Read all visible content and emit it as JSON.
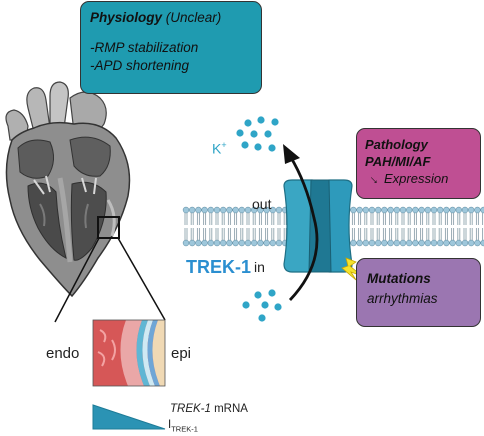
{
  "physiology": {
    "title": "Physiology",
    "qualifier": "(Unclear)",
    "items": [
      "-RMP stabilization",
      "-APD shortening"
    ]
  },
  "pathology": {
    "title": "Pathology",
    "conditions": "PAH/MI/AF",
    "effect": "Expression"
  },
  "mutations": {
    "title": "Mutations",
    "effect": "arrhythmias"
  },
  "labels": {
    "ion": "K",
    "ion_charge": "+",
    "channel": "TREK-1",
    "out": "out",
    "in": "in",
    "endo": "endo",
    "epi": "epi",
    "gradient_gene": "TREK-1",
    "gradient_gene_suffix": " mRNA",
    "current_main": "I",
    "current_sub": "TREK-1"
  },
  "colors": {
    "physiology_box": "#1f9bb0",
    "pathology_box": "#bf4f93",
    "mutations_box": "#9b76b1",
    "channel": "#2e9fbf",
    "ion": "#2fa5c7",
    "channel_label": "#2b8fd0"
  }
}
